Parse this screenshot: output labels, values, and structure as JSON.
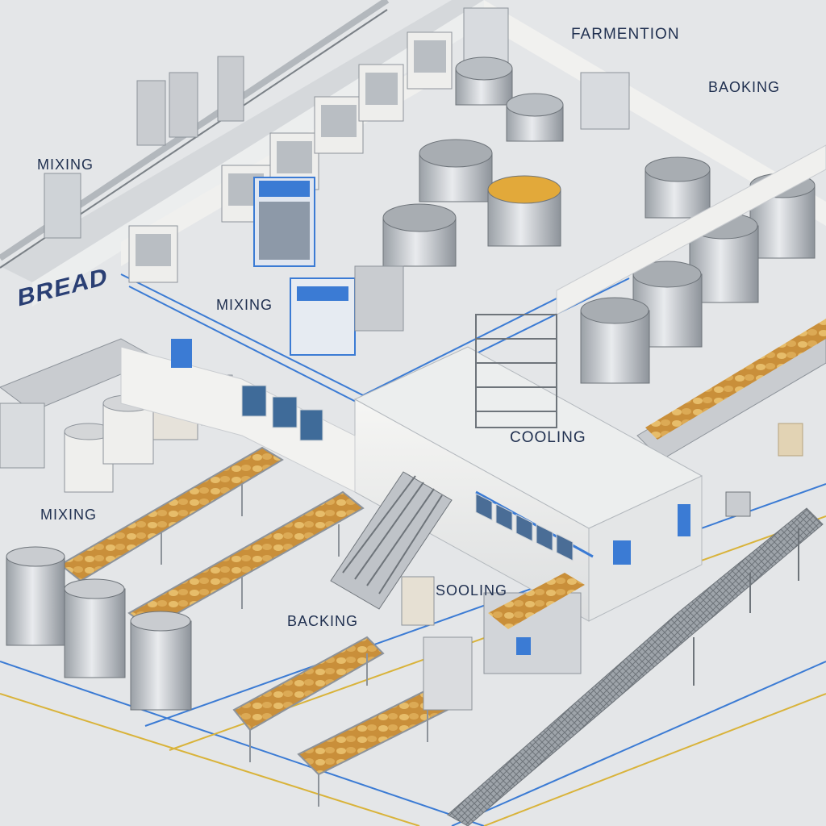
{
  "labels": {
    "bread": "BREAD",
    "mixing_top": "MIXING",
    "mixing_middle": "MIXING",
    "mixing_left": "MIXING",
    "fermentation": "FARMENTION",
    "baking_top": "BAOKING",
    "cooling_center": "COOLING",
    "baking_bottom": "BACKING",
    "cooling_bottom": "SOOLING"
  },
  "colors": {
    "floor": "#e6e8ea",
    "wall": "#f2f2f0",
    "steel": "#c9ccd0",
    "steel_dark": "#8d939a",
    "accent_blue": "#3b7bd4",
    "bread": "#d9a84e",
    "label": "#1f2f4f"
  }
}
